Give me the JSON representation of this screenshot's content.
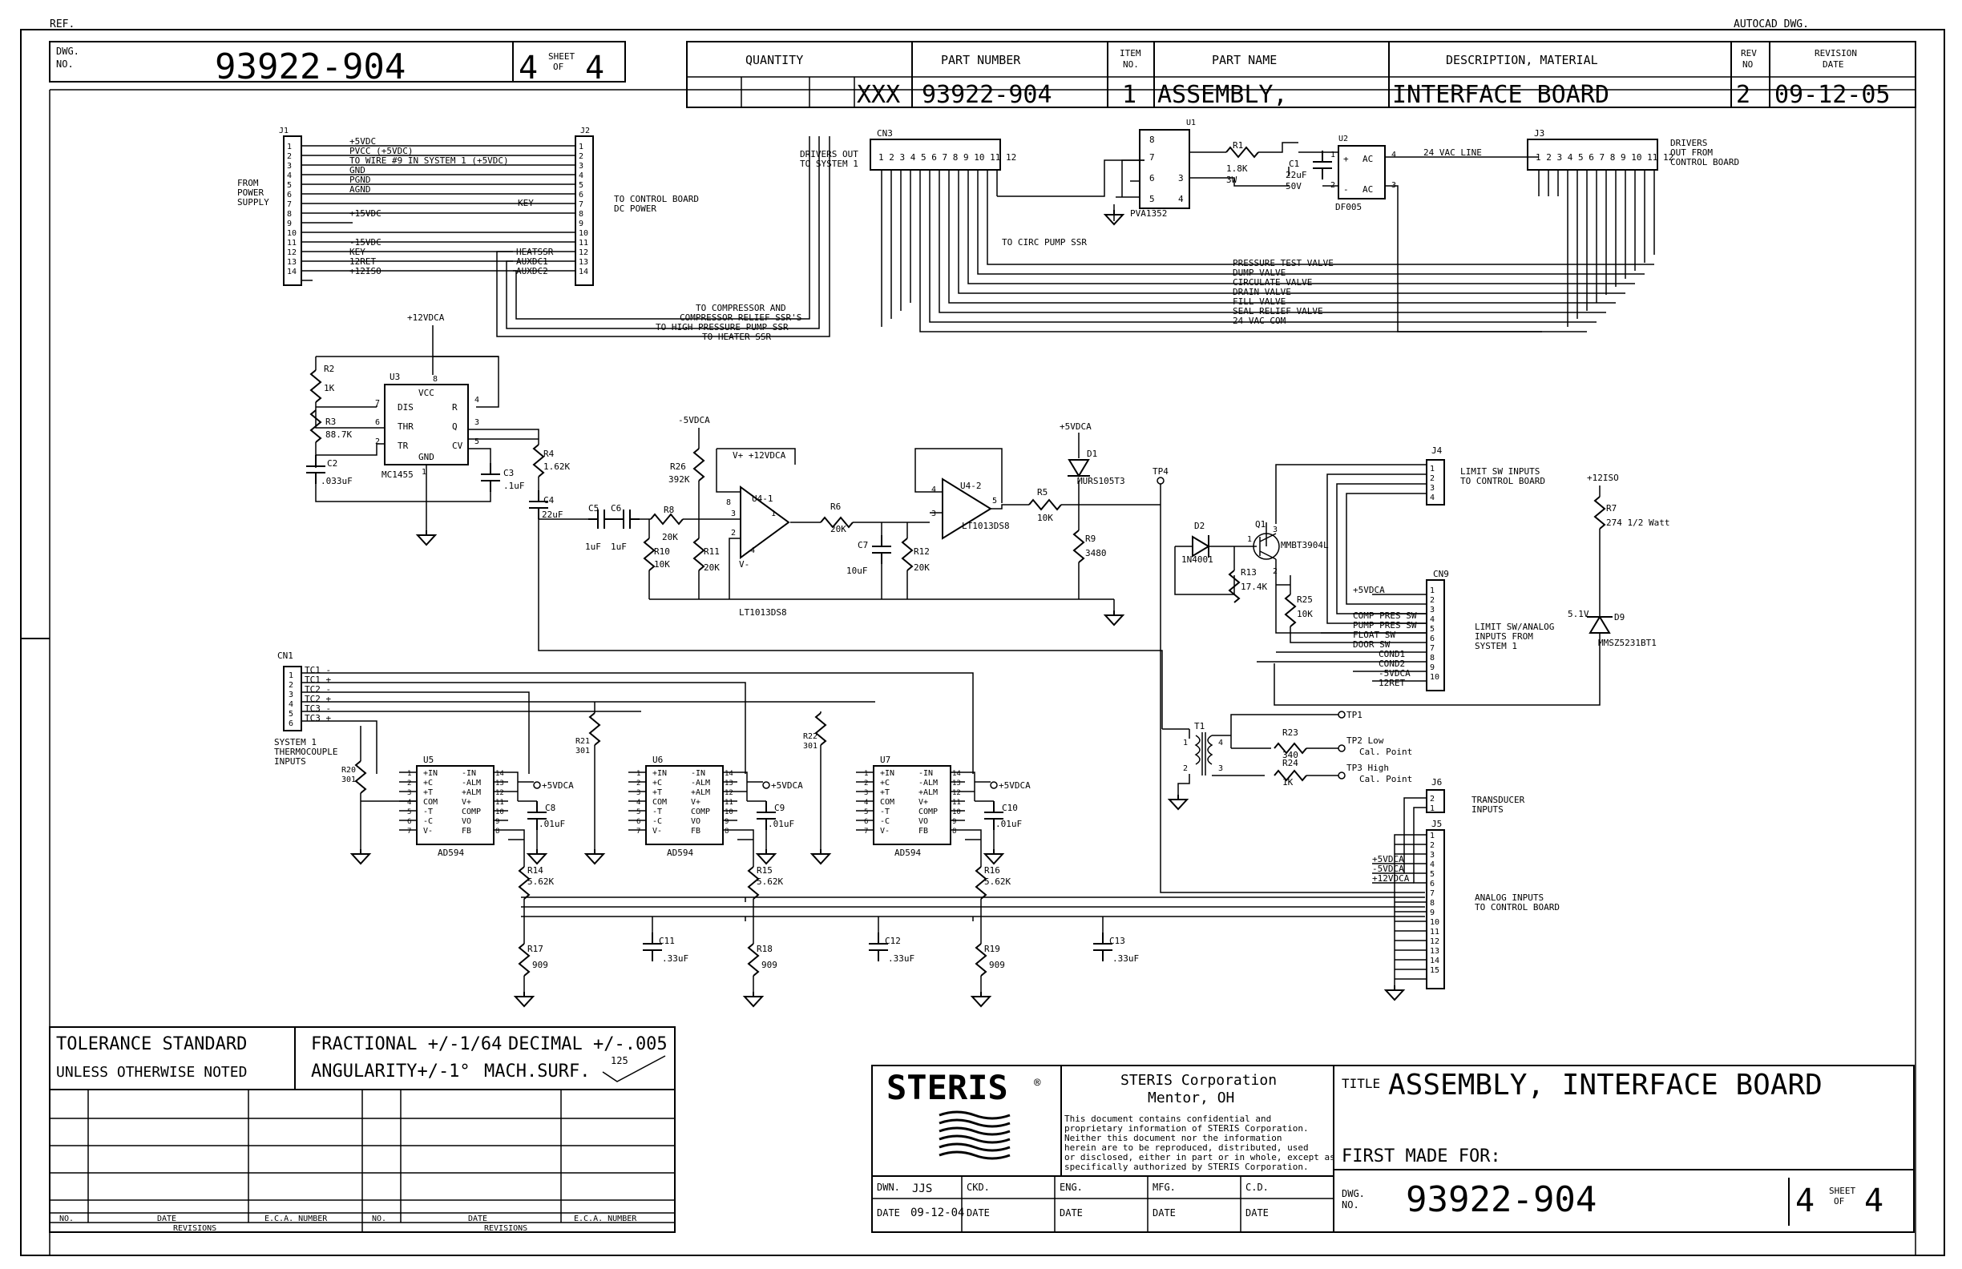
{
  "header": {
    "ref": "REF.",
    "autocad": "AUTOCAD DWG.",
    "dwg_label_1": "DWG.",
    "dwg_label_2": "NO.",
    "dwg_no": "93922-904",
    "sheet_num": "4",
    "sheet_label_1": "SHEET",
    "sheet_label_2": "OF",
    "sheet_total": "4",
    "col_quantity": "QUANTITY",
    "col_part_number": "PART NUMBER",
    "col_item_1": "ITEM",
    "col_item_2": "NO.",
    "col_part_name": "PART NAME",
    "col_description": "DESCRIPTION, MATERIAL",
    "col_rev_1": "REV",
    "col_rev_2": "NO",
    "col_revdate_1": "REVISION",
    "col_revdate_2": "DATE",
    "qty": "XXX",
    "part_number": "93922-904",
    "item_no": "1",
    "part_name": "ASSEMBLY,",
    "description": "INTERFACE BOARD",
    "rev": "2",
    "rev_date": "09-12-05"
  },
  "power": {
    "j1": "J1",
    "j2": "J2",
    "j1_pins": [
      "1",
      "2",
      "3",
      "4",
      "5",
      "6",
      "7",
      "8",
      "9",
      "10",
      "11",
      "12",
      "13",
      "14"
    ],
    "nets": [
      "+5VDC",
      "PVCC (+5VDC)",
      "TO WIRE #9 IN SYSTEM 1 (+5VDC)",
      "GND",
      "PGND",
      "AGND",
      "KEY",
      "+15VDC",
      "-15VDC",
      "KEY",
      "12RET",
      "+12ISO",
      "HEATSSR",
      "AUXDC1",
      "AUXDC2"
    ],
    "from_label": [
      "FROM",
      "POWER",
      "SUPPLY"
    ],
    "to_label": [
      "TO CONTROL BOARD",
      "DC POWER"
    ],
    "ssr_labels": [
      "TO COMPRESSOR AND",
      "COMPRESSOR RELIEF SSR'S",
      "TO HIGH PRESSURE PUMP SSR",
      "TO HEATER SSR"
    ]
  },
  "drivers": {
    "cn3": "CN3",
    "cn3_label": [
      "DRIVERS OUT",
      "TO SYSTEM 1"
    ],
    "pins": "1 2 3 4 5 6 7 8 9 10 11 12",
    "u1": "U1",
    "u1_part": "PVA1352",
    "u1_pins": [
      "8",
      "7",
      "6",
      "5",
      "3",
      "4"
    ],
    "r1": "R1",
    "r1_val": "1.8K",
    "r1_w": "3W",
    "c1": "C1",
    "c1_val": "22uF",
    "c1_v": "50V",
    "u2": "U2",
    "u2_part": "DF005",
    "u2_ac": "AC",
    "u2_plus": "+",
    "u2_minus": "-",
    "u2_pins": [
      "1",
      "2",
      "3",
      "4"
    ],
    "vac_line": "24 VAC LINE",
    "j3": "J3",
    "j3_label": [
      "DRIVERS",
      "OUT FROM",
      "CONTROL BOARD"
    ],
    "circ_pump": "TO CIRC PUMP SSR",
    "valves": [
      "PRESSURE TEST VALVE",
      "DUMP VALVE",
      "CIRCULATE VALVE",
      "DRAIN VALVE",
      "FILL VALVE",
      "SEAL RELIEF VALVE",
      "24 VAC COM"
    ]
  },
  "timer": {
    "vcc": "+12VDCA",
    "u3": "U3",
    "u3_part": "MC1455",
    "pins": [
      "DIS",
      "THR",
      "TR",
      "VCC",
      "R",
      "Q",
      "CV",
      "GND"
    ],
    "pin_nums": [
      "7",
      "6",
      "2",
      "8",
      "4",
      "3",
      "5",
      "1"
    ],
    "r2": "R2",
    "r2_val": "1K",
    "r3": "R3",
    "r3_val": "88.7K",
    "c2": "C2",
    "c2_val": ".033uF",
    "c3": "C3",
    "c3_val": ".1uF",
    "r4": "R4",
    "r4_val": "1.62K",
    "c4": "C4",
    "c4_val": "22uF"
  },
  "filter": {
    "c5": "C5",
    "c5_val": "1uF",
    "c6": "C6",
    "c6_val": "1uF",
    "neg5": "-5VDCA",
    "r26": "R26",
    "r26_val": "392K",
    "r8": "R8",
    "r8_val": "20K",
    "r10": "R10",
    "r10_val": "10K",
    "r11": "R11",
    "r11_val": "20K",
    "vplus": "V+ +12VDCA",
    "u41": "U4-1",
    "u4_part": "LT1013DS8",
    "u4_pins": [
      "8",
      "3",
      "2",
      "1",
      "4"
    ],
    "vminus": "V-",
    "r6": "R6",
    "r6_val": "20K",
    "c7": "C7",
    "c7_val": "10uF",
    "r12": "R12",
    "r12_val": "20K",
    "u42": "U4-2",
    "u42_pins": [
      "4",
      "3",
      "5"
    ],
    "r5": "R5",
    "r5_val": "10K",
    "vdca5": "+5VDCA",
    "d1": "D1",
    "d1_part": "MURS105T3",
    "r9": "R9",
    "r9_val": "3480",
    "tp4": "TP4"
  },
  "limit": {
    "j4": "J4",
    "j4_label": [
      "LIMIT SW INPUTS",
      "TO CONTROL BOARD"
    ],
    "j4_pins": [
      "1",
      "2",
      "3",
      "4"
    ],
    "iso": "+12ISO",
    "r7": "R7",
    "r7_val": "274 1/2 Watt",
    "d2": "D2",
    "d2_part": "1N4001",
    "q1": "Q1",
    "q1_part": "MMBT3904L",
    "q1_pins": [
      "1",
      "2",
      "3"
    ],
    "r13": "R13",
    "r13_val": "17.4K",
    "r25": "R25",
    "r25_val": "10K",
    "cn9": "CN9",
    "cn9_nets": [
      "+5VDCA",
      "COMP PRES SW",
      "PUMP PRES SW",
      "FLOAT SW",
      "DOOR SW",
      "COND1",
      "COND2",
      "-5VDCA",
      "12RET"
    ],
    "cn9_pins": [
      "1",
      "2",
      "3",
      "4",
      "5",
      "6",
      "7",
      "8",
      "9",
      "10"
    ],
    "cn9_label": [
      "LIMIT SW/ANALOG",
      "INPUTS FROM",
      "SYSTEM 1"
    ],
    "d9": "D9",
    "d9_part": "MMSZ5231BT1",
    "d9_v": "5.1V"
  },
  "thermo": {
    "cn1": "CN1",
    "nets": [
      "TC1 -",
      "TC1 +",
      "TC2 -",
      "TC2 +",
      "TC3 -",
      "TC3 +"
    ],
    "pins": [
      "1",
      "2",
      "3",
      "4",
      "5",
      "6"
    ],
    "label": [
      "SYSTEM 1",
      "THERMOCOUPLE",
      "INPUTS"
    ],
    "r20": "R20",
    "r20_val": "301",
    "r21": "R21",
    "r21_val": "301",
    "r22": "R22",
    "r22_val": "301",
    "amps": [
      {
        "ref": "U5",
        "c": "C8",
        "r_a": "R14",
        "r_a_val": "5.62K",
        "r_b": "R17",
        "r_b_val": "909",
        "c2": "C11",
        "c2_val": ".33uF"
      },
      {
        "ref": "U6",
        "c": "C9",
        "r_a": "R15",
        "r_a_val": "5.62K",
        "r_b": "R18",
        "r_b_val": "909",
        "c2": "C12",
        "c2_val": ".33uF"
      },
      {
        "ref": "U7",
        "c": "C10",
        "r_a": "R16",
        "r_a_val": "5.62K",
        "r_b": "R19",
        "r_b_val": "909",
        "c2": "C13",
        "c2_val": ".33uF"
      }
    ],
    "amp_part": "AD594",
    "left_pins": [
      "+IN",
      "+C",
      "+T",
      "COM",
      "-T",
      "-C",
      "V-"
    ],
    "left_nums": [
      "1",
      "2",
      "3",
      "4",
      "5",
      "6",
      "7"
    ],
    "right_pins": [
      "-IN",
      "-ALM",
      "+ALM",
      "V+",
      "COMP",
      "VO",
      "FB"
    ],
    "right_nums": [
      "14",
      "13",
      "12",
      "11",
      "10",
      "9",
      "8"
    ],
    "supply": "+5VDCA",
    "c_val": ".01uF"
  },
  "cal": {
    "t1": "T1",
    "t1_pins": [
      "1",
      "2",
      "3",
      "4"
    ],
    "tp1": "TP1",
    "tp2": "TP2 Low",
    "tp2_sub": "Cal. Point",
    "tp3": "TP3 High",
    "tp3_sub": "Cal. Point",
    "r23": "R23",
    "r23_val": "340",
    "r24": "R24",
    "r24_val": "1K",
    "j6": "J6",
    "j6_pins": [
      "2",
      "1"
    ],
    "j6_label": [
      "TRANSDUCER",
      "INPUTS"
    ],
    "j5": "J5",
    "j5_pins": [
      "1",
      "2",
      "3",
      "4",
      "5",
      "6",
      "7",
      "8",
      "9",
      "10",
      "11",
      "12",
      "13",
      "14",
      "15"
    ],
    "j5_nets": [
      "+5VDCA",
      "-5VDCA",
      "+12VDCA"
    ],
    "j5_label": [
      "ANALOG INPUTS",
      "TO CONTROL BOARD"
    ]
  },
  "tolerance": {
    "l1": "TOLERANCE STANDARD",
    "l2": "UNLESS OTHERWISE NOTED",
    "frac": "FRACTIONAL +/-1/64",
    "dec": "DECIMAL +/-.005",
    "ang": "ANGULARITY+/-1°",
    "mach": "MACH.SURF.",
    "mach_val": "125"
  },
  "revisions": {
    "no": "NO.",
    "date": "DATE",
    "eca": "E.C.A. NUMBER",
    "revisions": "REVISIONS"
  },
  "titleblock": {
    "logo": "STERIS",
    "reg": "®",
    "corp": "STERIS Corporation",
    "city": "Mentor, OH",
    "notice": [
      "This document contains confidential and",
      "proprietary information of STERIS Corporation.",
      "Neither this document nor the information",
      "herein are to be reproduced, distributed, used",
      "or disclosed, either in part or in whole, except as",
      "specifically authorized by STERIS Corporation."
    ],
    "title_label": "TITLE",
    "title": "ASSEMBLY, INTERFACE BOARD",
    "first_made": "FIRST MADE FOR:",
    "dwn": "DWN.",
    "dwn_val": "JJS",
    "ckd": "CKD.",
    "eng": "ENG.",
    "mfg": "MFG.",
    "cd": "C.D.",
    "date_label": "DATE",
    "date_val": "09-12-04",
    "dwg_1": "DWG.",
    "dwg_2": "NO.",
    "dwg_no": "93922-904",
    "sheet_num": "4",
    "sheet_1": "SHEET",
    "sheet_2": "OF",
    "sheet_total": "4"
  }
}
